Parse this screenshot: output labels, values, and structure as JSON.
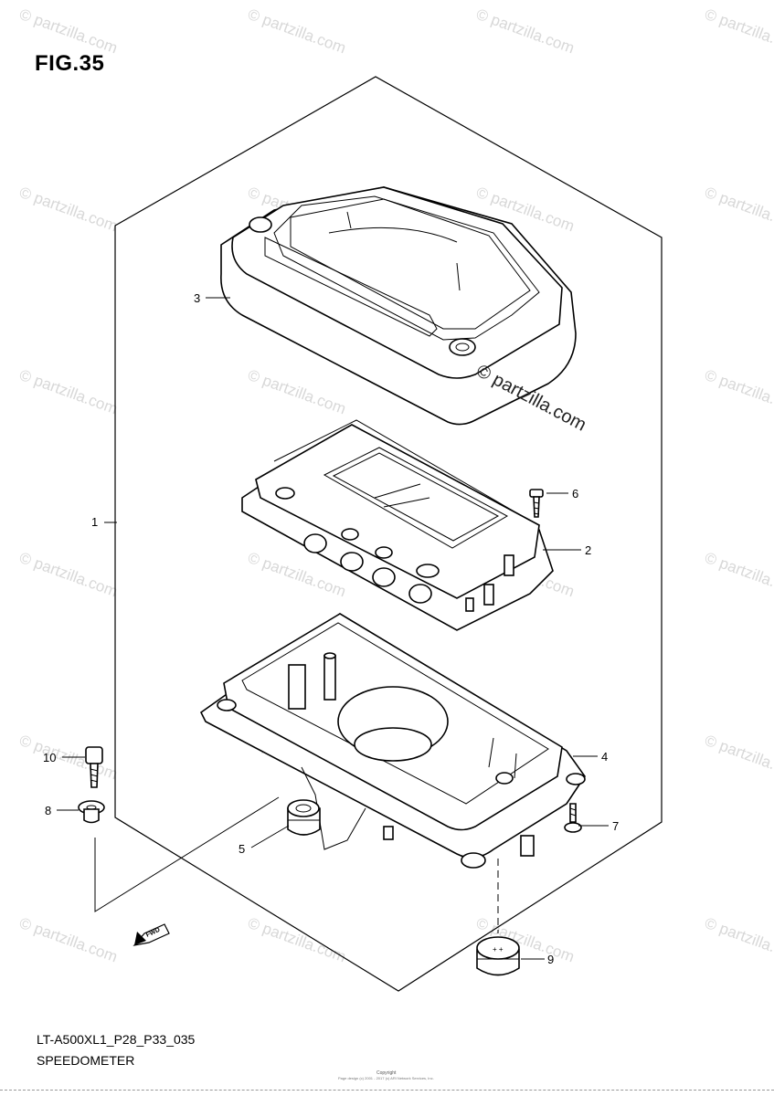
{
  "figure": {
    "label": "FIG.35"
  },
  "callouts": [
    {
      "id": "1",
      "text": "1"
    },
    {
      "id": "2",
      "text": "2"
    },
    {
      "id": "3",
      "text": "3"
    },
    {
      "id": "4",
      "text": "4"
    },
    {
      "id": "5",
      "text": "5"
    },
    {
      "id": "6",
      "text": "6"
    },
    {
      "id": "7",
      "text": "7"
    },
    {
      "id": "8",
      "text": "8"
    },
    {
      "id": "9",
      "text": "9"
    },
    {
      "id": "10",
      "text": "10"
    }
  ],
  "watermark": {
    "text": "© partzilla.com",
    "big_text": "© partzilla.com"
  },
  "fwd_label": "FWD",
  "footer": {
    "model": "LT-A500XL1_P28_P33_035",
    "title": "SPEEDOMETER",
    "copyright_line1": "Copyright",
    "copyright_line2": "Page design (c) 2001 - 2017 (c) ARI Network Services, Inc."
  }
}
